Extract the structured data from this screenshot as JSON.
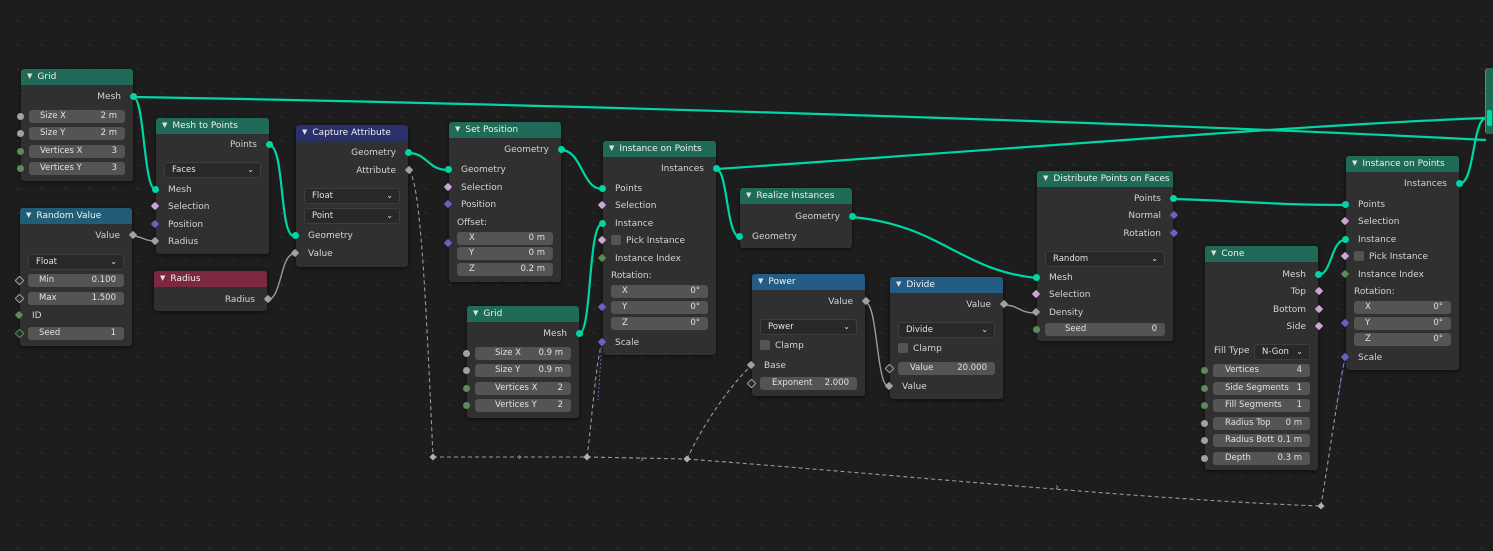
{
  "editor": "Geometry Nodes",
  "nodes": {
    "grid1": {
      "title": "Grid",
      "output": "Mesh",
      "fields": [
        {
          "label": "Size X",
          "value": "2 m"
        },
        {
          "label": "Size Y",
          "value": "2 m"
        },
        {
          "label": "Vertices X",
          "value": "3"
        },
        {
          "label": "Vertices Y",
          "value": "3"
        }
      ]
    },
    "random": {
      "title": "Random Value",
      "output": "Value",
      "type": "Float",
      "fields": [
        {
          "label": "Min",
          "value": "0.100"
        },
        {
          "label": "Max",
          "value": "1.500"
        }
      ],
      "id": "ID",
      "seed": {
        "label": "Seed",
        "value": "1"
      }
    },
    "mesh_to_points": {
      "title": "Mesh to Points",
      "output": "Points",
      "mode": "Faces",
      "inputs": [
        "Mesh",
        "Selection",
        "Position",
        "Radius"
      ]
    },
    "radius": {
      "title": "Radius",
      "output": "Radius"
    },
    "capture": {
      "title": "Capture Attribute",
      "outputs": [
        "Geometry",
        "Attribute"
      ],
      "type": "Float",
      "domain": "Point",
      "inputs": [
        "Geometry",
        "Value"
      ]
    },
    "set_position": {
      "title": "Set Position",
      "output": "Geometry",
      "inputs": [
        "Geometry",
        "Selection",
        "Position"
      ],
      "offset_label": "Offset:",
      "offset": [
        {
          "label": "X",
          "value": "0 m"
        },
        {
          "label": "Y",
          "value": "0 m"
        },
        {
          "label": "Z",
          "value": "0.2 m"
        }
      ]
    },
    "grid2": {
      "title": "Grid",
      "output": "Mesh",
      "fields": [
        {
          "label": "Size X",
          "value": "0.9 m"
        },
        {
          "label": "Size Y",
          "value": "0.9 m"
        },
        {
          "label": "Vertices X",
          "value": "2"
        },
        {
          "label": "Vertices Y",
          "value": "2"
        }
      ]
    },
    "inst1": {
      "title": "Instance on Points",
      "output": "Instances",
      "inputs": [
        "Points",
        "Selection",
        "Instance"
      ],
      "pick": "Pick Instance",
      "index": "Instance Index",
      "rotation_label": "Rotation:",
      "rotation": [
        {
          "label": "X",
          "value": "0°"
        },
        {
          "label": "Y",
          "value": "0°"
        },
        {
          "label": "Z",
          "value": "0°"
        }
      ],
      "scale": "Scale"
    },
    "realize": {
      "title": "Realize Instances",
      "output": "Geometry",
      "input": "Geometry"
    },
    "power": {
      "title": "Power",
      "output": "Value",
      "op": "Power",
      "clamp": "Clamp",
      "base": "Base",
      "exponent": {
        "label": "Exponent",
        "value": "2.000"
      }
    },
    "divide": {
      "title": "Divide",
      "output": "Value",
      "op": "Divide",
      "clamp": "Clamp",
      "value_field": {
        "label": "Value",
        "value": "20.000"
      },
      "value_in": "Value"
    },
    "distribute": {
      "title": "Distribute Points on Faces",
      "outputs": [
        "Points",
        "Normal",
        "Rotation"
      ],
      "mode": "Random",
      "inputs": [
        "Mesh",
        "Selection",
        "Density"
      ],
      "seed": {
        "label": "Seed",
        "value": "0"
      }
    },
    "cone": {
      "title": "Cone",
      "outputs": [
        "Mesh",
        "Top",
        "Bottom",
        "Side"
      ],
      "fill_label": "Fill Type",
      "fill_value": "N-Gon",
      "fields": [
        {
          "label": "Vertices",
          "value": "4"
        },
        {
          "label": "Side Segments",
          "value": "1"
        },
        {
          "label": "Fill Segments",
          "value": "1"
        },
        {
          "label": "Radius Top",
          "value": "0 m"
        },
        {
          "label": "Radius Bott",
          "value": "0.1 m"
        },
        {
          "label": "Depth",
          "value": "0.3 m"
        }
      ]
    },
    "inst2": {
      "title": "Instance on Points",
      "output": "Instances",
      "inputs": [
        "Points",
        "Selection",
        "Instance"
      ],
      "pick": "Pick Instance",
      "index": "Instance Index",
      "rotation_label": "Rotation:",
      "rotation": [
        {
          "label": "X",
          "value": "0°"
        },
        {
          "label": "Y",
          "value": "0°"
        },
        {
          "label": "Z",
          "value": "0°"
        }
      ],
      "scale": "Scale"
    }
  },
  "colors": {
    "geometry": "#00d6a3",
    "float": "#a1a1a1",
    "vector": "#6363c7",
    "integer": "#598c5c",
    "boolean": "#cca6d6",
    "header_geometry": "#1f6b57",
    "header_input": "#225d78",
    "header_capture": "#29306a",
    "header_attribute": "#7c2840",
    "header_math": "#235d86"
  }
}
